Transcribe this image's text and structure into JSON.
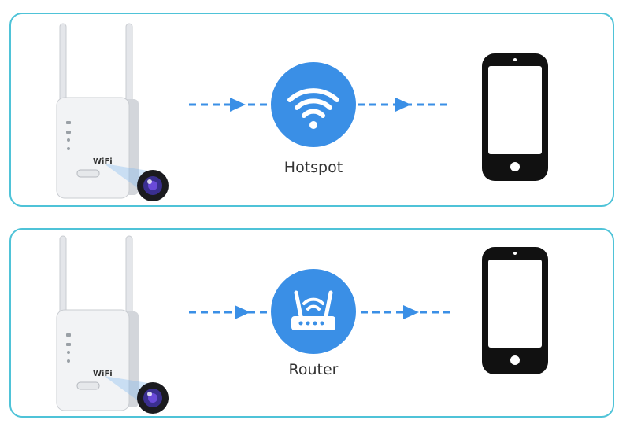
{
  "colors": {
    "panel_border": "#4fc3d8",
    "accent_blue": "#3a8fe6",
    "phone_body": "#111111",
    "device_body": "#f2f3f5"
  },
  "panels": [
    {
      "hub_icon": "wifi-icon",
      "hub_label": "Hotspot"
    },
    {
      "hub_icon": "router-icon",
      "hub_label": "Router"
    }
  ],
  "device": {
    "brand_text": "WiFi"
  }
}
